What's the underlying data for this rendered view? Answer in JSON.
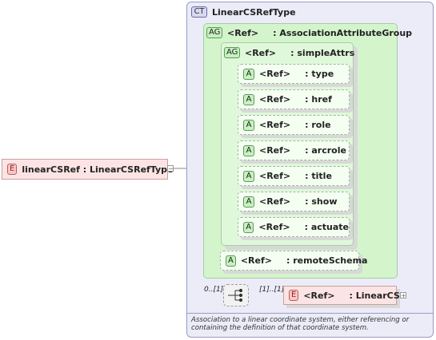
{
  "complex_type": {
    "badge": "CT",
    "name": "LinearCSRefType"
  },
  "root_element": {
    "badge": "E",
    "label": "linearCSRef : LinearCSRefType"
  },
  "association_group": {
    "badge": "AG",
    "ref": "<Ref>",
    "name": ": AssociationAttributeGroup"
  },
  "simple_attrs": {
    "badge": "AG",
    "ref": "<Ref>",
    "name": ": simpleAttrs"
  },
  "attributes": [
    {
      "badge": "A",
      "ref": "<Ref>",
      "name": ": type"
    },
    {
      "badge": "A",
      "ref": "<Ref>",
      "name": ": href"
    },
    {
      "badge": "A",
      "ref": "<Ref>",
      "name": ": role"
    },
    {
      "badge": "A",
      "ref": "<Ref>",
      "name": ": arcrole"
    },
    {
      "badge": "A",
      "ref": "<Ref>",
      "name": ": title"
    },
    {
      "badge": "A",
      "ref": "<Ref>",
      "name": ": show"
    },
    {
      "badge": "A",
      "ref": "<Ref>",
      "name": ": actuate"
    }
  ],
  "remote_schema": {
    "badge": "A",
    "ref": "<Ref>",
    "name": ": remoteSchema"
  },
  "sequence": {
    "min_occurs_label": "0..[1]",
    "child_occurs_label": "[1]..[1]"
  },
  "child_element": {
    "badge": "E",
    "ref": "<Ref>",
    "name": ": LinearCS"
  },
  "description": "Association to a linear coordinate system, either referencing or containing the definition of that coordinate system."
}
